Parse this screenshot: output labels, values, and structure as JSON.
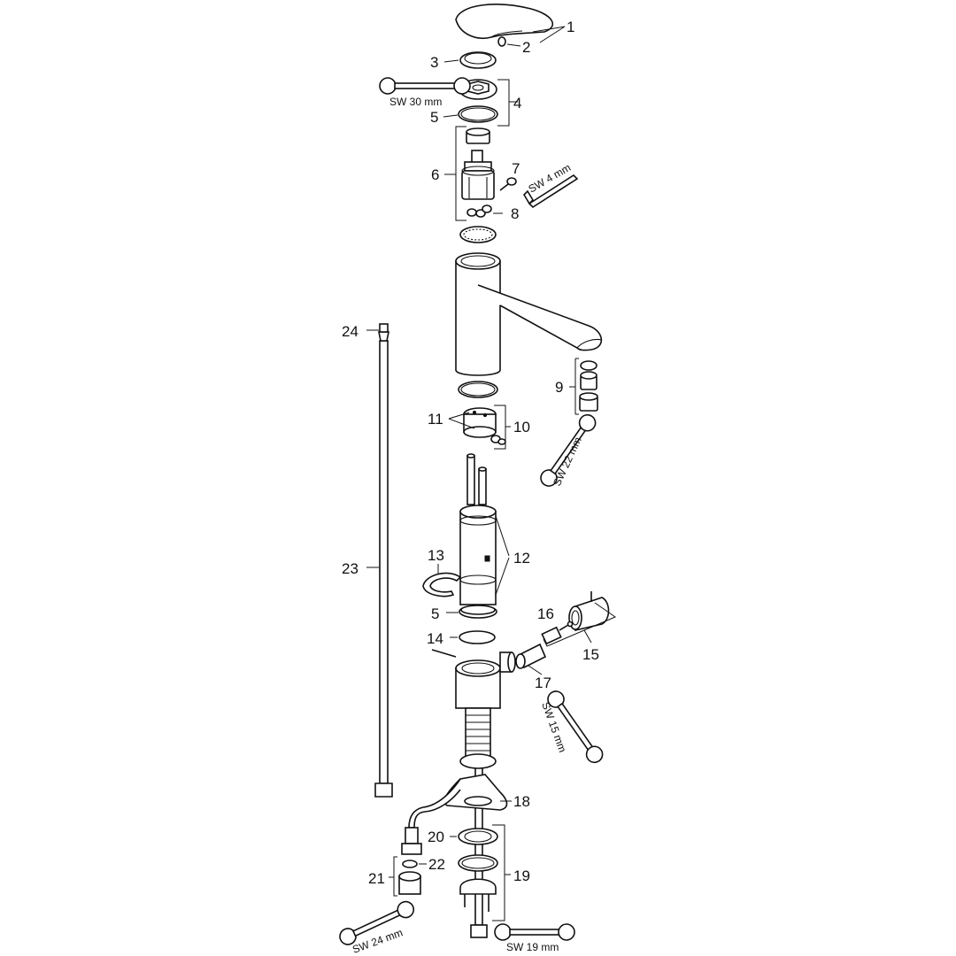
{
  "part_numbers": {
    "p1": "1",
    "p2": "2",
    "p3": "3",
    "p4": "4",
    "p5a": "5",
    "p6": "6",
    "p7": "7",
    "p8": "8",
    "p9": "9",
    "p10": "10",
    "p11": "11",
    "p12": "12",
    "p13": "13",
    "p5b": "5",
    "p14": "14",
    "p15": "15",
    "p16": "16",
    "p17": "17",
    "p18": "18",
    "p19": "19",
    "p20": "20",
    "p21": "21",
    "p22": "22",
    "p23": "23",
    "p24": "24"
  },
  "tools": {
    "sw30": "SW 30 mm",
    "sw4": "SW 4 mm",
    "sw22": "SW 22 mm",
    "sw15": "SW 15 mm",
    "sw24": "SW 24 mm",
    "sw19": "SW 19 mm"
  }
}
